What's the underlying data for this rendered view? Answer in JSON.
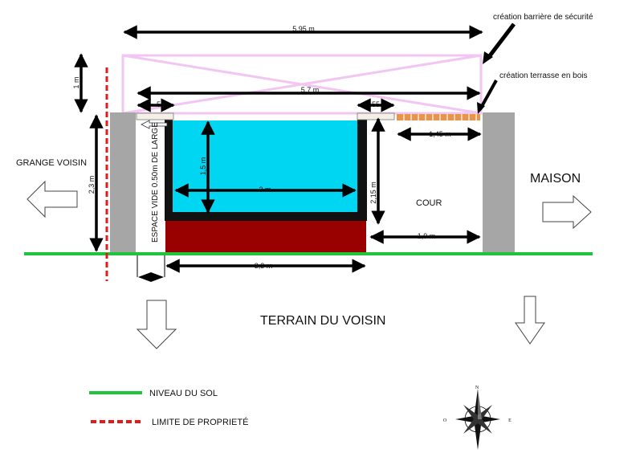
{
  "diagram": {
    "annotations": {
      "barrier": "création barrière de sécurité",
      "terrace": "création terrasse en bois"
    },
    "dimensions": {
      "total_width": "5,95 m",
      "railing_height": "1 m",
      "inner_width": "5,7 m",
      "gap_left": "55",
      "gap_right": "55",
      "terrace_width": "1,45 m",
      "wall_height": "2,3 m",
      "pool_depth": "1,5 m",
      "pool_width": "3 m",
      "side_height": "2,15 m",
      "court_width": "1,9 m",
      "base_width": "3,3 m"
    },
    "labels": {
      "barn": "GRANGE VOISIN",
      "house": "MAISON",
      "court": "COUR",
      "empty_space": "ESPACE VIDE 0.50m DE LARGE",
      "neighbor_land": "TERRAIN DU VOISIN"
    },
    "legend": {
      "ground": "NIVEAU DU SOL",
      "boundary": "LIMITE DE PROPRIETÉ"
    },
    "compass": {
      "n": "N",
      "o": "O",
      "e": "E"
    },
    "colors": {
      "water": "#00d5f2",
      "concrete_base": "#990000",
      "wall": "#a6a6a6",
      "ground": "#1fc43a",
      "boundary": "#e31b1b",
      "terrace": "#e8944a",
      "barrier": "#f2c6f2"
    }
  }
}
